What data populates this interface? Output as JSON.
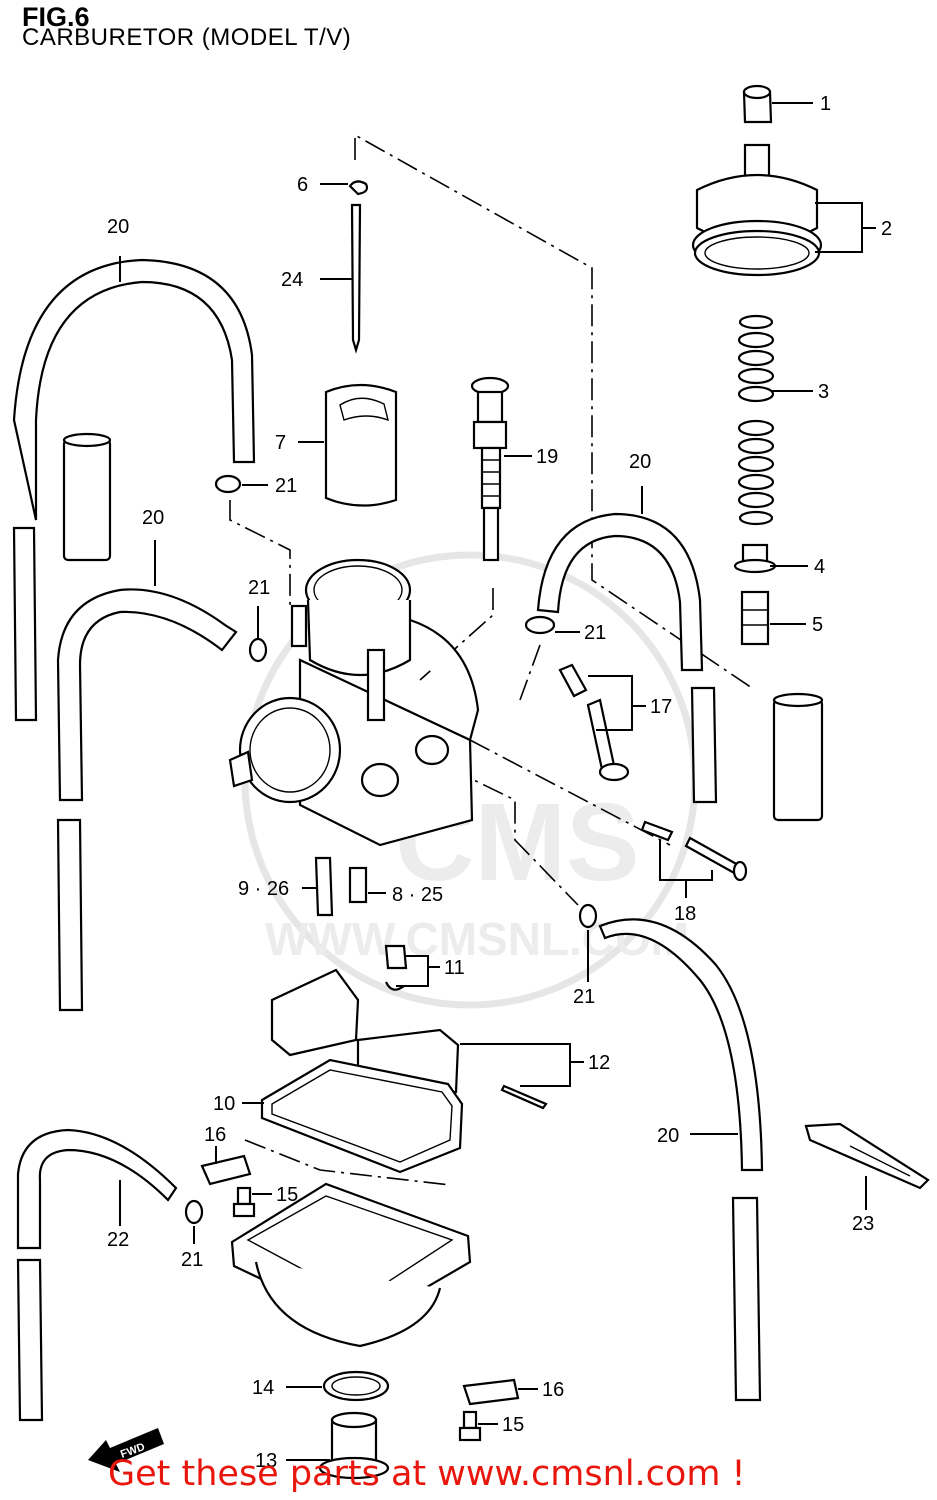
{
  "header": {
    "fig": "FIG.6",
    "subtitle": "CARBURETOR (MODEL T/V)"
  },
  "watermark": {
    "brand": "CMS",
    "url": "WWW.CMSNL.COM"
  },
  "fwd_label": "FWD",
  "footer": {
    "promo": "Get these parts at www.cmsnl.com !"
  },
  "callouts": {
    "c1": "1",
    "c2": "2",
    "c3": "3",
    "c4": "4",
    "c5": "5",
    "c6": "6",
    "c7": "7",
    "c8": "8 · 25",
    "c9": "9 · 26",
    "c10": "10",
    "c11": "11",
    "c12": "12",
    "c13": "13",
    "c14": "14",
    "c15a": "15",
    "c15b": "15",
    "c16a": "16",
    "c16b": "16",
    "c17": "17",
    "c18": "18",
    "c19": "19",
    "c20a": "20",
    "c20b": "20",
    "c20c": "20",
    "c20d": "20",
    "c21a": "21",
    "c21b": "21",
    "c21c": "21",
    "c21d": "21",
    "c21e": "21",
    "c22": "22",
    "c23": "23",
    "c24": "24"
  }
}
